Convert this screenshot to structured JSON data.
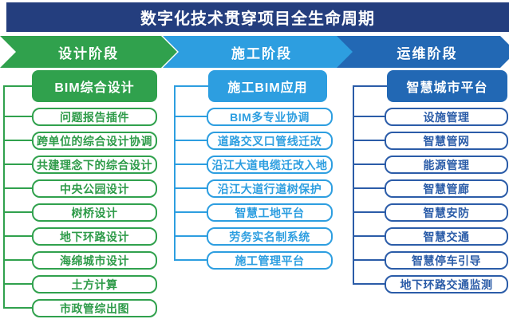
{
  "title": "数字化技术贯穿项目全生命周期",
  "title_bar_color": "#243E7E",
  "phases": [
    {
      "label": "设计阶段",
      "color": "#30A14D"
    },
    {
      "label": "施工阶段",
      "color": "#2D9EE0"
    },
    {
      "label": "运维阶段",
      "color": "#2268B4"
    }
  ],
  "columns": [
    {
      "header": "BIM综合设计",
      "color": "#30A14D",
      "items": [
        "问题报告插件",
        "跨单位的综合设计协调",
        "共建理念下的综合设计",
        "中央公园设计",
        "树桥设计",
        "地下环路设计",
        "海绵城市设计",
        "土方计算",
        "市政管综出图"
      ]
    },
    {
      "header": "施工BIM应用",
      "color": "#2D9EE0",
      "items": [
        "BIM多专业协调",
        "道路交叉口管线迁改",
        "沿江大道电缆迁改入地",
        "沿江大道行道树保护",
        "智慧工地平台",
        "劳务实名制系统",
        "施工管理平台"
      ]
    },
    {
      "header": "智慧城市平台",
      "color": "#2268B4",
      "line_color": "#2B5CA8",
      "items": [
        "设施管理",
        "智慧管网",
        "能源管理",
        "智慧管廊",
        "智慧安防",
        "智慧交通",
        "智慧停车引导",
        "地下环路交通监测"
      ]
    }
  ]
}
